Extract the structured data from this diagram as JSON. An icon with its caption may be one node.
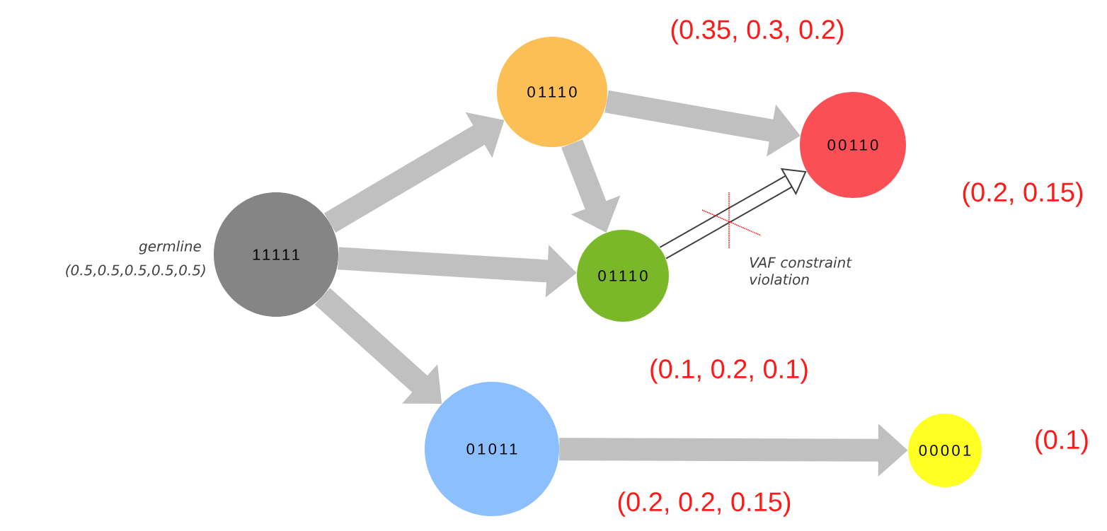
{
  "diagram": {
    "nodes": [
      {
        "text": [
          "11111"
        ],
        "beside": [
          "germline",
          "(0.5,0.5,0.5,0.5,0.5)"
        ]
      },
      {
        "text": [
          "01110"
        ],
        "beside": [
          "(0.35, 0.3, 0.2)"
        ]
      },
      {
        "text": [
          "00110"
        ],
        "beside": [
          "(0.2, 0.15)"
        ]
      },
      {
        "text": [
          "01110"
        ],
        "beside": [
          "(0.1, 0.2, 0.1)"
        ]
      },
      {
        "text": [
          "01011"
        ],
        "beside": [
          "(0.2, 0.2, 0.15)"
        ]
      },
      {
        "text": [
          "00001"
        ],
        "beside": [
          "(0.1)"
        ]
      }
    ],
    "edges": [
      {
        "from": 0,
        "to": 1,
        "arrow": "to"
      },
      {
        "from": 0,
        "to": 3,
        "arrow": "to"
      },
      {
        "from": 0,
        "to": 4,
        "arrow": "to"
      },
      {
        "from": 1,
        "to": 2,
        "arrow": "to"
      },
      {
        "from": 1,
        "to": 3,
        "arrow": "to"
      },
      {
        "from": 4,
        "to": 5,
        "arrow": "to"
      },
      {
        "from": 3,
        "to": 2,
        "arrow": "to",
        "label": "VAF constraint violation",
        "color": "#404040"
      }
    ]
  }
}
